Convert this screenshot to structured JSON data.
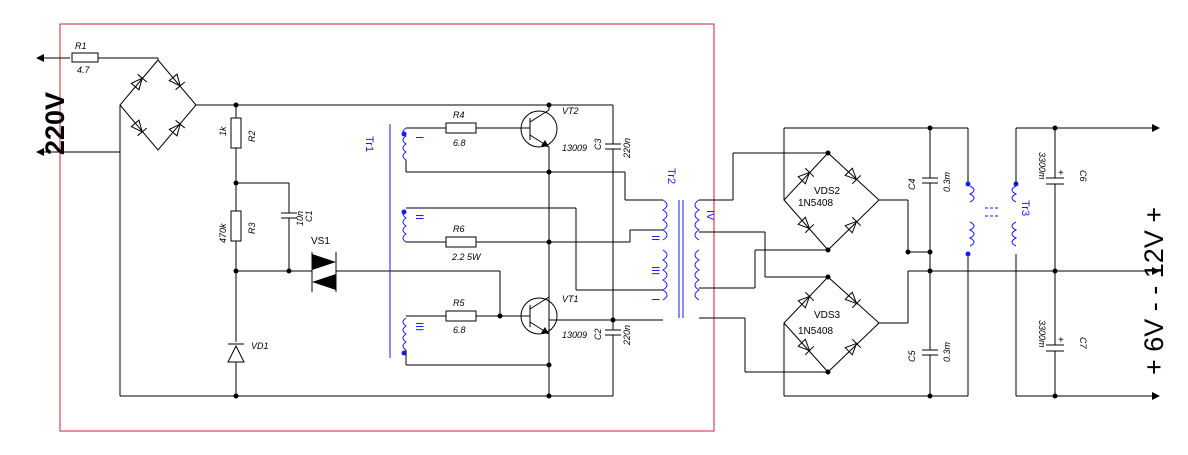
{
  "supply": {
    "input_label": "220V",
    "output_label": "+ 6V - - 12V +"
  },
  "components": {
    "R1": {
      "ref": "R1",
      "value": "4.7"
    },
    "R2": {
      "ref": "R2",
      "value": "1k"
    },
    "R3": {
      "ref": "R3",
      "value": "470k"
    },
    "R4": {
      "ref": "R4",
      "value": "6.8"
    },
    "R5": {
      "ref": "R5",
      "value": "6.8"
    },
    "R6": {
      "ref": "R6",
      "value": "2.2  5W"
    },
    "C1": {
      "ref": "C1",
      "value": "10n"
    },
    "C2": {
      "ref": "C2",
      "value": "220n"
    },
    "C3": {
      "ref": "C3",
      "value": "220n"
    },
    "C4": {
      "ref": "C4",
      "value": "0.3m"
    },
    "C5": {
      "ref": "C5",
      "value": "0.3m"
    },
    "C6": {
      "ref": "C6",
      "value": "3300m"
    },
    "C7": {
      "ref": "C7",
      "value": "3300m"
    },
    "VT1": {
      "ref": "VT1",
      "value": "13009"
    },
    "VT2": {
      "ref": "VT2",
      "value": "13009"
    },
    "VD1": {
      "ref": "VD1"
    },
    "VS1": {
      "ref": "VS1"
    },
    "VDS2": {
      "ref": "VDS2",
      "value": "1N5408"
    },
    "VDS3": {
      "ref": "VDS3",
      "value": "1N5408"
    },
    "Tr1": {
      "ref": "Tr1",
      "windings": [
        "I",
        "II",
        "III"
      ]
    },
    "Tr2": {
      "ref": "Tr2",
      "windings": [
        "I",
        "II",
        "III",
        "IV"
      ]
    },
    "Tr3": {
      "ref": "Tr3"
    }
  },
  "colors": {
    "wire": "#000000",
    "board_outline": "#cc2233",
    "transformer": "#1a1aff"
  }
}
